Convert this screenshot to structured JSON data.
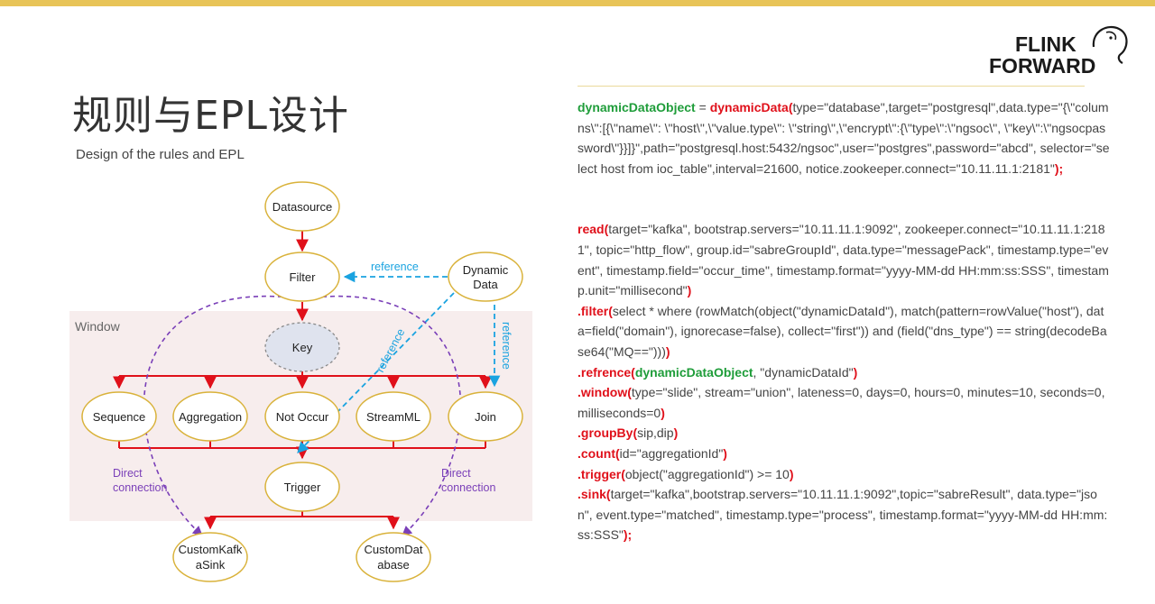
{
  "header": {
    "title": "规则与EPL设计",
    "subtitle": "Design of the rules and EPL",
    "logo_line1": "FLINK",
    "logo_line2": "FORWARD"
  },
  "diagram": {
    "window_label": "Window",
    "nodes": {
      "datasource": "Datasource",
      "filter": "Filter",
      "dynamic_line1": "Dynamic",
      "dynamic_line2": "Data",
      "key": "Key",
      "sequence": "Sequence",
      "aggregation": "Aggregation",
      "not_occur": "Not Occur",
      "streamml": "StreamML",
      "join": "Join",
      "trigger": "Trigger",
      "sink1_line1": "CustomKafk",
      "sink1_line2": "aSink",
      "sink2_line1": "CustomDat",
      "sink2_line2": "abase"
    },
    "labels": {
      "reference_top": "reference",
      "reference_diag": "reference",
      "reference_right": "reference",
      "direct_left_1": "Direct",
      "direct_left_2": "connection",
      "direct_right_1": "Direct",
      "direct_right_2": "connection"
    },
    "colors": {
      "red": "#e0101a",
      "blue": "#1aa3e0",
      "purple": "#7a3fb8",
      "node_border": "#d9b23a",
      "window_bg": "#f7eded",
      "key_fill": "#dfe3ee"
    }
  },
  "code": {
    "p1": [
      {
        "t": "dynamicDataObject",
        "c": "g"
      },
      {
        "t": " = ",
        "c": ""
      },
      {
        "t": "dynamicData(",
        "c": "r"
      },
      {
        "t": "type=\"database\",target=\"postgresql\",data.type=\"{\\\"columns\\\":[{\\\"name\\\": \\\"host\\\",\\\"value.type\\\": \\\"string\\\",\\\"encrypt\\\":{\\\"type\\\":\\\"ngsoc\\\", \\\"key\\\":\\\"ngsocpassword\\\"}}]}\",path=\"postgresql.host:5432/ngsoc\",user=\"postgres\",password=\"abcd\", selector=\"select host from ioc_table\",interval=21600, notice.zookeeper.connect=\"10.11.11.1:2181\"",
        "c": ""
      },
      {
        "t": ");",
        "c": "r"
      }
    ],
    "p2": [
      {
        "t": "read(",
        "c": "r"
      },
      {
        "t": "target=\"kafka\", bootstrap.servers=\"10.11.11.1:9092\", zookeeper.connect=\"10.11.11.1:2181\", topic=\"http_flow\", group.id=\"sabreGroupId\", data.type=\"messagePack\", timestamp.type=\"event\", timestamp.field=\"occur_time\", timestamp.format=\"yyyy-MM-dd HH:mm:ss:SSS\", timestamp.unit=\"millisecond\"",
        "c": ""
      },
      {
        "t": ")",
        "c": "r"
      },
      {
        "t": "\n",
        "c": ""
      },
      {
        "t": ".filter(",
        "c": "r"
      },
      {
        "t": "select * where (rowMatch(object(\"dynamicDataId\"), match(pattern=rowValue(\"host\"), data=field(\"domain\"), ignorecase=false), collect=\"first\")) and (field(\"dns_type\") == string(decodeBase64(\"MQ==\")))",
        "c": ""
      },
      {
        "t": ")",
        "c": "r"
      },
      {
        "t": "\n",
        "c": ""
      },
      {
        "t": ".refrence(",
        "c": "r"
      },
      {
        "t": "dynamicDataObject",
        "c": "g"
      },
      {
        "t": ", \"dynamicDataId\"",
        "c": ""
      },
      {
        "t": ")",
        "c": "r"
      },
      {
        "t": "\n",
        "c": ""
      },
      {
        "t": ".window(",
        "c": "r"
      },
      {
        "t": "type=\"slide\", stream=\"union\", lateness=0, days=0, hours=0, minutes=10, seconds=0, milliseconds=0",
        "c": ""
      },
      {
        "t": ")",
        "c": "r"
      },
      {
        "t": "\n",
        "c": ""
      },
      {
        "t": ".groupBy(",
        "c": "r"
      },
      {
        "t": "sip,dip",
        "c": ""
      },
      {
        "t": ")",
        "c": "r"
      },
      {
        "t": "\n",
        "c": ""
      },
      {
        "t": ".count(",
        "c": "r"
      },
      {
        "t": "id=\"aggregationId\"",
        "c": ""
      },
      {
        "t": ")",
        "c": "r"
      },
      {
        "t": "\n",
        "c": ""
      },
      {
        "t": ".trigger(",
        "c": "r"
      },
      {
        "t": "object(\"aggregationId\") >= 10",
        "c": ""
      },
      {
        "t": ")",
        "c": "r"
      },
      {
        "t": "\n",
        "c": ""
      },
      {
        "t": ".sink(",
        "c": "r"
      },
      {
        "t": "target=\"kafka\",bootstrap.servers=\"10.11.11.1:9092\",topic=\"sabreResult\", data.type=\"json\", event.type=\"matched\", timestamp.type=\"process\", timestamp.format=\"yyyy-MM-dd HH:mm:ss:SSS\"",
        "c": ""
      },
      {
        "t": ");",
        "c": "r"
      }
    ]
  }
}
